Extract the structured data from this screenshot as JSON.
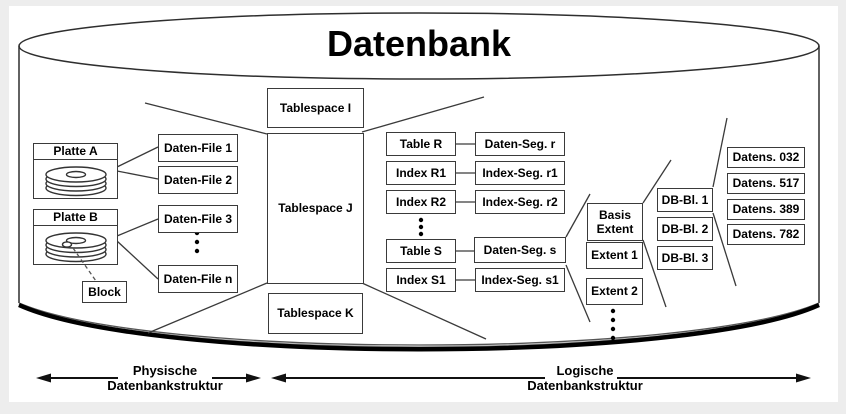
{
  "title": "Datenbank",
  "physical": {
    "disk_a": "Platte A",
    "disk_b": "Platte B",
    "block": "Block",
    "files": [
      "Daten-File 1",
      "Daten-File 2",
      "Daten-File 3",
      "Daten-File n"
    ]
  },
  "tablespaces": {
    "i": "Tablespace I",
    "j": "Tablespace J",
    "k": "Tablespace K"
  },
  "logical": {
    "tables": [
      "Table R",
      "Index R1",
      "Index R2",
      "Table S",
      "Index S1"
    ],
    "segments": [
      "Daten-Seg. r",
      "Index-Seg. r1",
      "Index-Seg. r2",
      "Daten-Seg. s",
      "Index-Seg. s1"
    ],
    "extents": [
      "Basis Extent",
      "Extent 1",
      "Extent 2"
    ],
    "db_blocks": [
      "DB-Bl. 1",
      "DB-Bl. 2",
      "DB-Bl. 3"
    ],
    "records": [
      "Datens. 032",
      "Datens. 517",
      "Datens. 389",
      "Datens. 782"
    ]
  },
  "legend": {
    "physical_line1": "Physische",
    "physical_line2": "Datenbankstruktur",
    "logical_line1": "Logische",
    "logical_line2": "Datenbankstruktur"
  },
  "colors": {
    "line": "#3a3a3a",
    "box_border": "#3a3a3a",
    "text": "#000000",
    "background": "#ffffff",
    "frame": "#ededed"
  }
}
